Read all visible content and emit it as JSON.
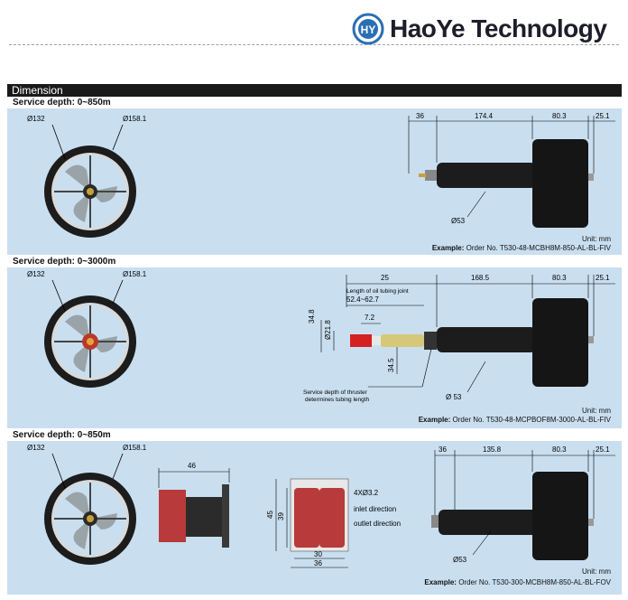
{
  "header": {
    "logo_mark": "HY",
    "company": "HaoYe Technology"
  },
  "section": {
    "title": "Dimension"
  },
  "panels": [
    {
      "service_depth": "Service depth: 0~850m",
      "dims": {
        "d1": "Ø132",
        "d2": "Ø158.1",
        "a": "36",
        "b": "174.4",
        "c": "80.3",
        "d": "25.1",
        "dia": "Ø53"
      },
      "unit": "Unit: mm",
      "example_label": "Example:",
      "example_text": "Order No. T530-48-MCBH8M-850-AL-BL-FIV"
    },
    {
      "service_depth": "Service depth: 0~3000m",
      "dims": {
        "d1": "Ø132",
        "d2": "Ø158.1",
        "a": "25",
        "b": "168.5",
        "c": "80.3",
        "d": "25.1",
        "dia": "Ø 53",
        "joint": "Length of oil tubing joint",
        "range": "52.4~62.7",
        "w72": "7.2",
        "h348": "34.8",
        "d218": "Ø21.8",
        "h345": "34.5",
        "note1": "Service depth of thruster",
        "note2": "determines tubing length"
      },
      "unit": "Unit: mm",
      "example_label": "Example:",
      "example_text": "Order No. T530-48-MCPBOF8M-3000-AL-BL-FIV"
    },
    {
      "service_depth": "Service depth: 0~850m",
      "dims": {
        "d1": "Ø132",
        "d2": "Ø158.1",
        "w46": "46",
        "h45": "45",
        "h39": "39",
        "w30": "30",
        "w36": "36",
        "holes": "4XØ3.2",
        "inlet": "inlet direction",
        "outlet": "outlet direction",
        "a": "36",
        "b": "135.8",
        "c": "80.3",
        "d": "25.1",
        "dia": "Ø53"
      },
      "unit": "Unit: mm",
      "example_label": "Example:",
      "example_text": "Order No. T530-300-MCBH8M-850-AL-BL-FOV"
    }
  ]
}
